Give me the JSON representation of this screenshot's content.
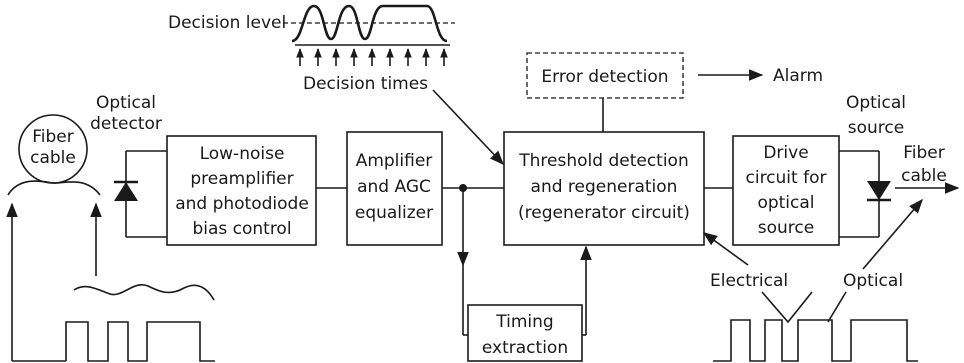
{
  "labels": {
    "decision_level": "Decision level",
    "decision_times": "Decision times",
    "error_detection": "Error detection",
    "alarm": "Alarm",
    "optical_detector": [
      "Optical",
      "detector"
    ],
    "fiber_cable_in": [
      "Fiber",
      "cable"
    ],
    "preamp": [
      "Low-noise",
      "preamplifier",
      "and photodiode",
      "bias control"
    ],
    "amplifier": [
      "Amplifier",
      "and AGC",
      "equalizer"
    ],
    "threshold": [
      "Threshold detection",
      "and regeneration",
      "(regenerator circuit)"
    ],
    "drive": [
      "Drive",
      "circuit for",
      "optical",
      "source"
    ],
    "optical_source": [
      "Optical",
      "source"
    ],
    "fiber_cable_out": [
      "Fiber",
      "cable"
    ],
    "timing": [
      "Timing",
      "extraction"
    ],
    "electrical": "Electrical",
    "optical": "Optical"
  }
}
